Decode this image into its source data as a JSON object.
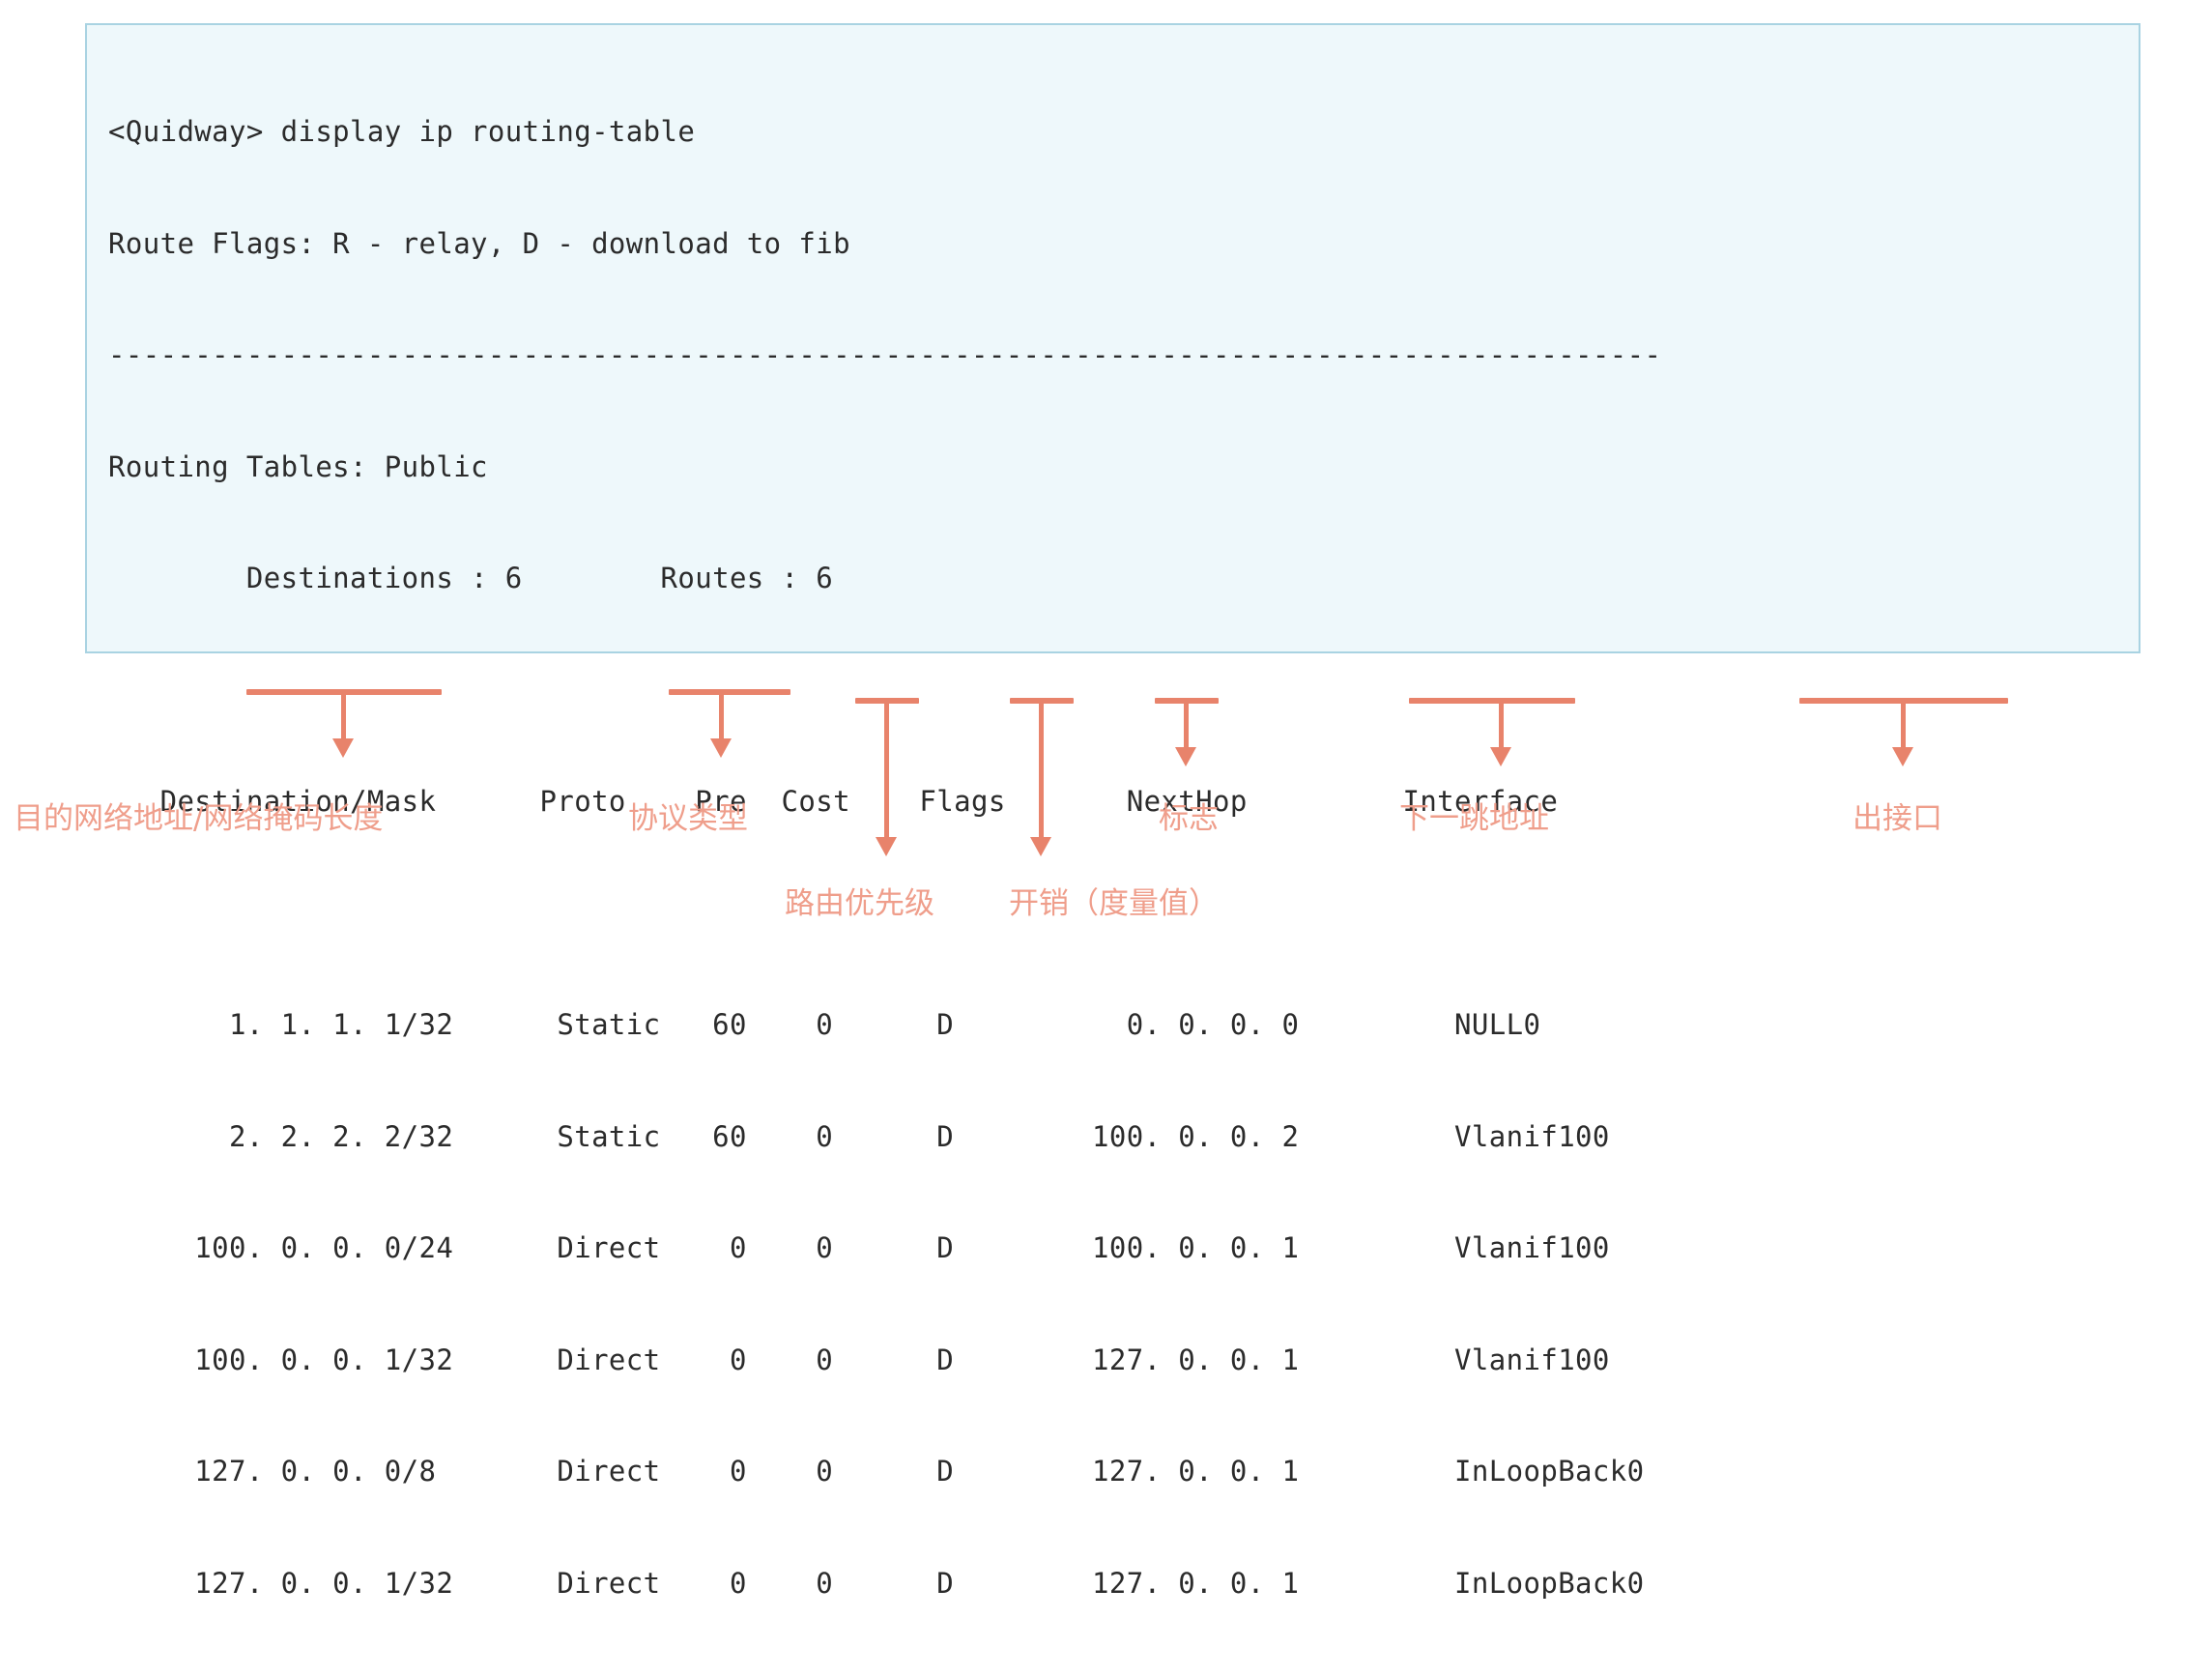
{
  "terminal": {
    "prompt_line": "<Quidway> display ip routing-table",
    "flags_line": "Route Flags: R - relay, D - download to fib",
    "separator": "------------------------------------------------------------------------------------------",
    "routing_tables_line": "Routing Tables: Public",
    "summary_line": "        Destinations : 6        Routes : 6",
    "header_line": "   Destination/Mask      Proto    Pre  Cost    Flags       NextHop         Interface",
    "rows": [
      "       1. 1. 1. 1/32      Static   60    0      D          0. 0. 0. 0         NULL0",
      "       2. 2. 2. 2/32      Static   60    0      D        100. 0. 0. 2         Vlanif100",
      "     100. 0. 0. 0/24      Direct    0    0      D        100. 0. 0. 1         Vlanif100",
      "     100. 0. 0. 1/32      Direct    0    0      D        127. 0. 0. 1         Vlanif100",
      "     127. 0. 0. 0/8       Direct    0    0      D        127. 0. 0. 1         InLoopBack0",
      "     127. 0. 0. 1/32      Direct    0    0      D        127. 0. 0. 1         InLoopBack0"
    ],
    "table": {
      "columns": [
        "Destination/Mask",
        "Proto",
        "Pre",
        "Cost",
        "Flags",
        "NextHop",
        "Interface"
      ],
      "destinations_label": "Destinations :",
      "destinations_count": "6",
      "routes_label": "Routes :",
      "routes_count": "6",
      "data": [
        [
          "1. 1. 1. 1/32",
          "Static",
          "60",
          "0",
          "D",
          "0. 0. 0. 0",
          "NULL0"
        ],
        [
          "2. 2. 2. 2/32",
          "Static",
          "60",
          "0",
          "D",
          "100. 0. 0. 2",
          "Vlanif100"
        ],
        [
          "100. 0. 0. 0/24",
          "Direct",
          "0",
          "0",
          "D",
          "100. 0. 0. 1",
          "Vlanif100"
        ],
        [
          "100. 0. 0. 1/32",
          "Direct",
          "0",
          "0",
          "D",
          "127. 0. 0. 1",
          "Vlanif100"
        ],
        [
          "127. 0. 0. 0/8",
          "Direct",
          "0",
          "0",
          "D",
          "127. 0. 0. 1",
          "InLoopBack0"
        ],
        [
          "127. 0. 0. 1/32",
          "Direct",
          "0",
          "0",
          "D",
          "127. 0. 0. 1",
          "InLoopBack0"
        ]
      ]
    }
  },
  "annotations": [
    {
      "label": "目的网络地址/网络掩码长度"
    },
    {
      "label": "协议类型"
    },
    {
      "label": "路由优先级"
    },
    {
      "label": "开销（度量值）"
    },
    {
      "label": "标志"
    },
    {
      "label": "下一跳地址"
    },
    {
      "label": "出接口"
    }
  ],
  "colors": {
    "annotation": "#e8836b",
    "annotation_text": "#ef9e8b",
    "terminal_bg": "#eef8fb",
    "terminal_border": "#a9d3e2",
    "terminal_text": "#2b2b2b"
  }
}
